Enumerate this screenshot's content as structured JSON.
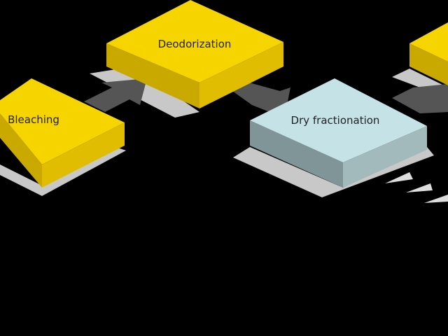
{
  "steps": [
    {
      "label": "Bleaching",
      "color": "#f5d400"
    },
    {
      "label": "Deodorization",
      "color": "#f5d400"
    },
    {
      "label": "Dry fractionation",
      "color": "#c5e3e6"
    }
  ],
  "colors": {
    "yellow_top": "#f5d400",
    "yellow_side": "#c9a800",
    "blue_top": "#c5e3e6",
    "blue_side": "#8fa8aa",
    "shadow": "#c8c8c8",
    "arrow": "#555555"
  }
}
